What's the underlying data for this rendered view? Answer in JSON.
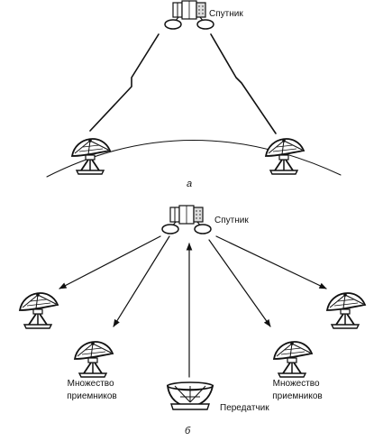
{
  "panel_a": {
    "satellite_label": "Спутник",
    "caption": "а"
  },
  "panel_b": {
    "satellite_label": "Спутник",
    "receivers_left_label": [
      "Множество",
      "приемников"
    ],
    "receivers_right_label": [
      "Множество",
      "приемников"
    ],
    "transmitter_label": "Передатчик",
    "caption": "б"
  }
}
